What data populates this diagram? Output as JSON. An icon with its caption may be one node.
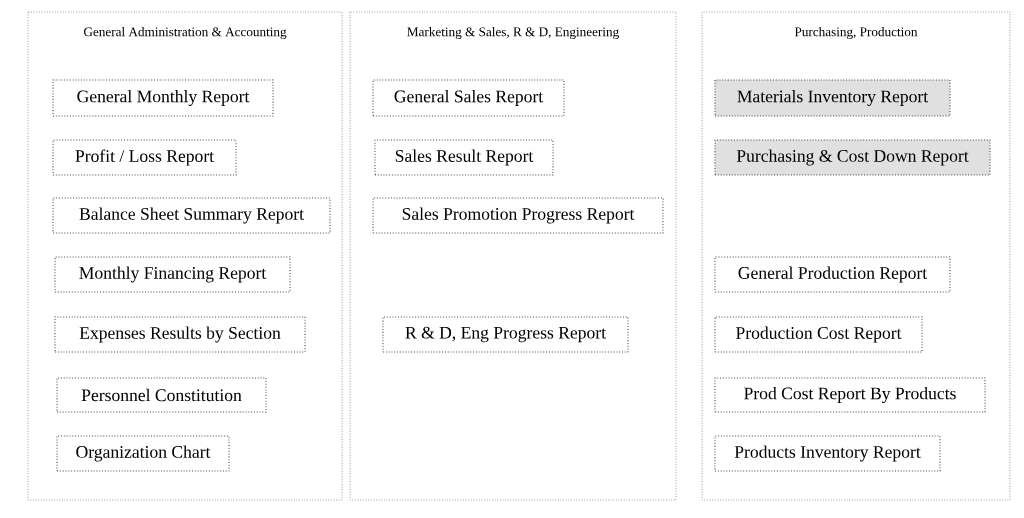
{
  "diagram": {
    "nodes": [
      {
        "text": [
          "General Administration & Accounting"
        ]
      },
      {
        "text": [
          "General Monthly Report"
        ],
        "in": 0
      },
      {
        "text": [
          "Profit / Loss Report"
        ],
        "in": 0
      },
      {
        "text": [
          "Balance Sheet Summary Report"
        ],
        "in": 0
      },
      {
        "text": [
          "Monthly Financing Report"
        ],
        "in": 0
      },
      {
        "text": [
          "Expenses Results by Section"
        ],
        "in": 0
      },
      {
        "text": [
          "Personnel Constitution"
        ],
        "in": 0
      },
      {
        "text": [
          "Organization Chart"
        ],
        "in": 0
      },
      {
        "text": [
          "Marketing & Sales, R & D, Engineering"
        ]
      },
      {
        "text": [
          "General Sales Report"
        ],
        "in": 8
      },
      {
        "text": [
          "Sales Result Report"
        ],
        "in": 8
      },
      {
        "text": [
          "Sales Promotion Progress Report"
        ],
        "in": 8
      },
      {
        "text": [
          "R & D, Eng Progress Report"
        ],
        "in": 8
      },
      {
        "text": [
          "Purchasing, Production"
        ]
      },
      {
        "text": [
          "Materials Inventory Report"
        ],
        "in": 13
      },
      {
        "text": [
          "Purchasing & Cost Down Report"
        ],
        "in": 13
      },
      {
        "text": [
          "General Production Report"
        ],
        "in": 13
      },
      {
        "text": [
          "Production Cost Report"
        ],
        "in": 13
      },
      {
        "text": [
          "Prod Cost Report By Products"
        ],
        "in": 13
      },
      {
        "text": [
          "Products Inventory Report"
        ],
        "in": 13
      }
    ]
  }
}
